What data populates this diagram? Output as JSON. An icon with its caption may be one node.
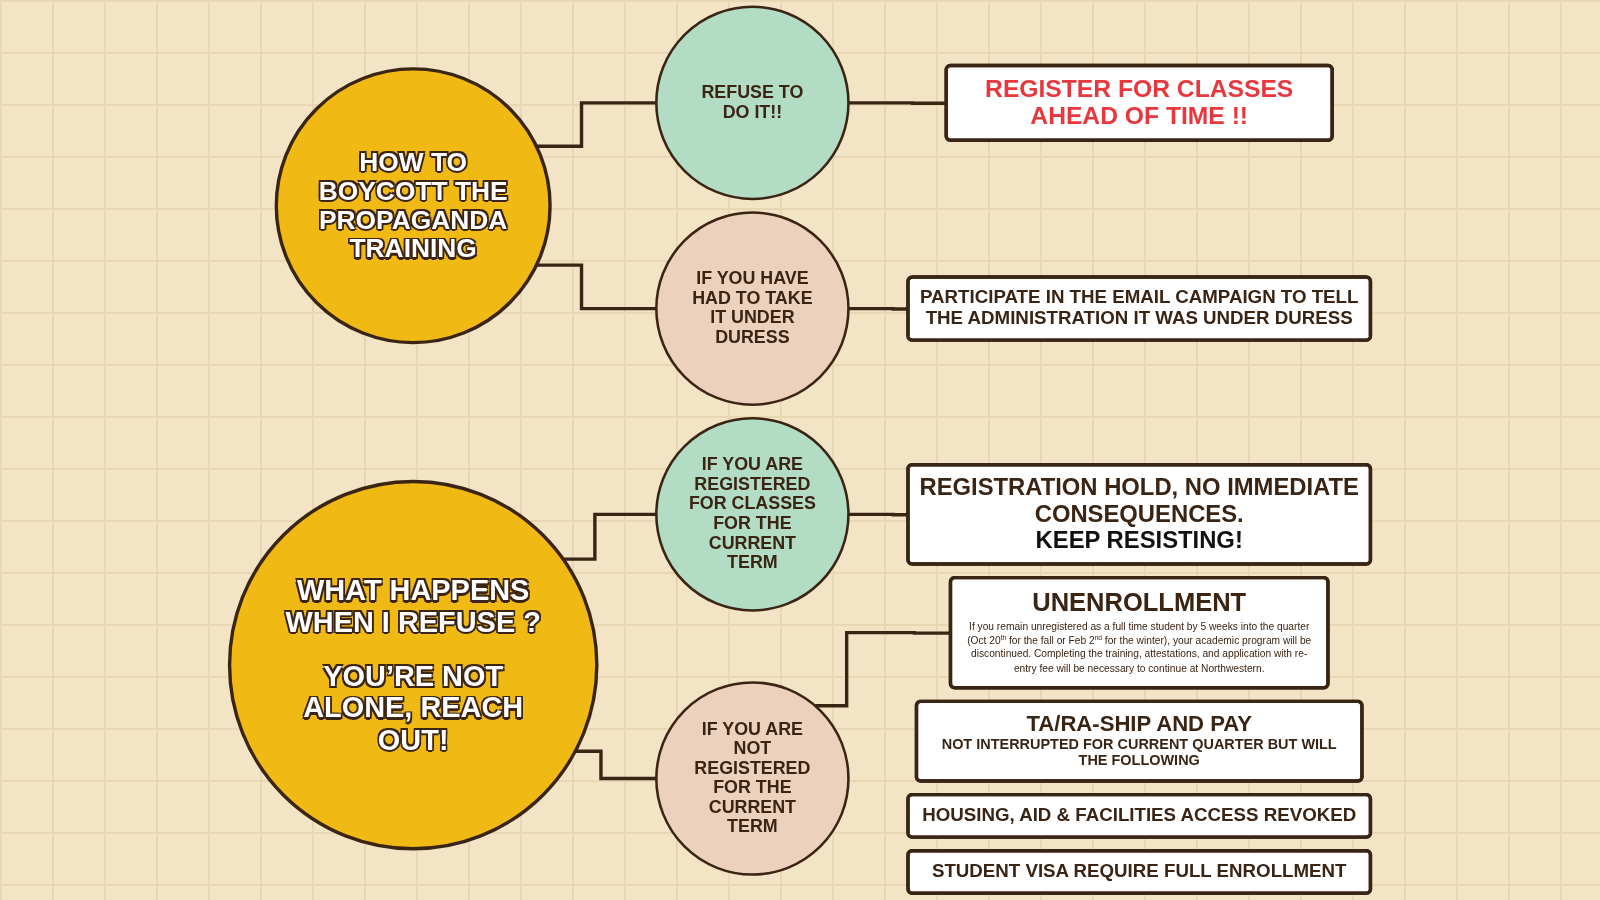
{
  "diagram": {
    "nodes": [
      {
        "text": [
          "HOW TO BOYCOTT THE PROPAGANDA TRAINING"
        ]
      },
      {
        "text": [
          "REFUSE TO DO IT!!"
        ]
      },
      {
        "text": [
          "REGISTER FOR CLASSES AHEAD OF TIME !!"
        ]
      },
      {
        "text": [
          "IF YOU HAVE HAD TO TAKE IT UNDER DURESS"
        ]
      },
      {
        "text": [
          "PARTICIPATE IN THE EMAIL CAMPAIGN TO TELL THE ADMINISTRATION IT WAS UNDER DURESS"
        ]
      },
      {
        "text": [
          "WHAT HAPPENS WHEN I REFUSE ?",
          "YOU’RE NOT ALONE, REACH OUT!"
        ]
      },
      {
        "text": [
          "IF YOU ARE REGISTERED FOR CLASSES FOR THE CURRENT TERM"
        ]
      },
      {
        "text": [
          "REGISTRATION HOLD, NO IMMEDIATE CONSEQUENCES.",
          "KEEP RESISTING!"
        ]
      },
      {
        "text": [
          "IF YOU ARE NOT REGISTERED FOR THE CURRENT TERM"
        ]
      },
      {
        "text": [
          "UNENROLLMENT",
          "If you remain unregistered as a full time student by 5 weeks into the quarter (Oct 20$^{th}$ for the fall or Feb 2$^{nd}$ for the winter), your academic program will be discontinued. Completing the training, attestations, and application with re-entry fee will be necessary to continue at Northwestern."
        ]
      },
      {
        "text": [
          "TA/RA-SHIP AND PAY",
          "NOT INTERRUPTED FOR CURRENT QUARTER BUT WILL THE FOLLOWING"
        ]
      },
      {
        "text": [
          "HOUSING, AID & FACILITIES ACCESS REVOKED"
        ]
      },
      {
        "text": [
          "STUDENT VISA REQUIRE FULL ENROLLMENT"
        ]
      }
    ],
    "edges": [
      {
        "from": 0,
        "to": 1,
        "arrow": "none"
      },
      {
        "from": 1,
        "to": 2,
        "arrow": "none"
      },
      {
        "from": 0,
        "to": 3,
        "arrow": "none"
      },
      {
        "from": 3,
        "to": 4,
        "arrow": "none"
      },
      {
        "from": 5,
        "to": 6,
        "arrow": "none"
      },
      {
        "from": 6,
        "to": 7,
        "arrow": "none"
      },
      {
        "from": 5,
        "to": 8,
        "arrow": "none"
      },
      {
        "from": 8,
        "to": 9,
        "arrow": "none"
      }
    ]
  }
}
